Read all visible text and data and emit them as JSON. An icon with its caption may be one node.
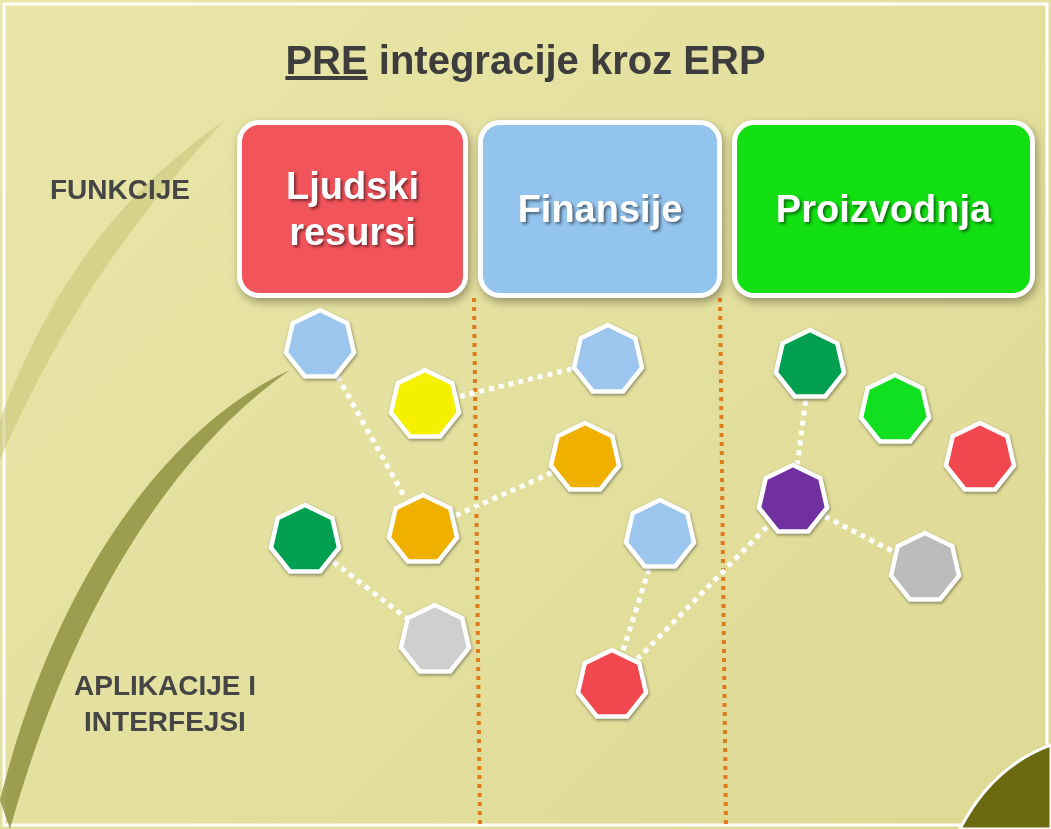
{
  "diagram": {
    "title": "PRE integracije kroz ERP",
    "nodes": [
      {
        "text": [
          "Ljudski resursi"
        ]
      },
      {
        "text": [
          "Finansije"
        ]
      },
      {
        "text": [
          "Proizvodnja"
        ]
      },
      {
        "text": [],
        "shape": "heptagon"
      },
      {
        "text": [],
        "shape": "heptagon"
      },
      {
        "text": [],
        "shape": "heptagon"
      },
      {
        "text": [],
        "shape": "heptagon"
      },
      {
        "text": [],
        "shape": "heptagon"
      },
      {
        "text": [],
        "shape": "heptagon"
      },
      {
        "text": [],
        "shape": "heptagon"
      },
      {
        "text": [],
        "shape": "heptagon"
      },
      {
        "text": [],
        "shape": "heptagon"
      },
      {
        "text": [],
        "shape": "heptagon"
      },
      {
        "text": [],
        "shape": "heptagon"
      },
      {
        "text": [],
        "shape": "heptagon"
      },
      {
        "text": [],
        "shape": "heptagon"
      },
      {
        "text": [],
        "shape": "heptagon"
      }
    ],
    "edges": [
      {
        "from": 3,
        "to": 8,
        "arrow": "none"
      },
      {
        "from": 4,
        "to": 5,
        "arrow": "none"
      },
      {
        "from": 8,
        "to": 6,
        "arrow": "none"
      },
      {
        "from": 7,
        "to": 10,
        "arrow": "none"
      },
      {
        "from": 9,
        "to": 11,
        "arrow": "none"
      },
      {
        "from": 11,
        "to": 15,
        "arrow": "none"
      },
      {
        "from": 12,
        "to": 15,
        "arrow": "none"
      },
      {
        "from": 15,
        "to": 16,
        "arrow": "none"
      }
    ],
    "labels": [
      "FUNKCIJE",
      "APLIKACIJE I INTERFEJSI"
    ]
  }
}
